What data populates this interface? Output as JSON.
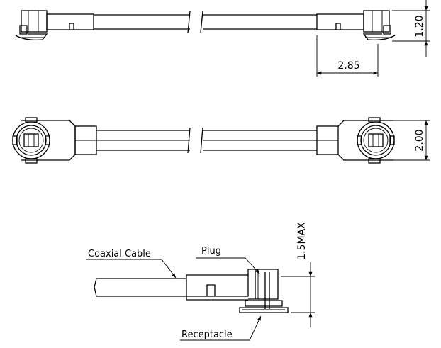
{
  "dimensions": {
    "height_top": "1.20",
    "width_offset": "2.85",
    "width_front": "2.00",
    "mated_height": "1.5MAX"
  },
  "labels": {
    "coaxial_cable": "Coaxial Cable",
    "plug": "Plug",
    "receptacle": "Receptacle"
  }
}
